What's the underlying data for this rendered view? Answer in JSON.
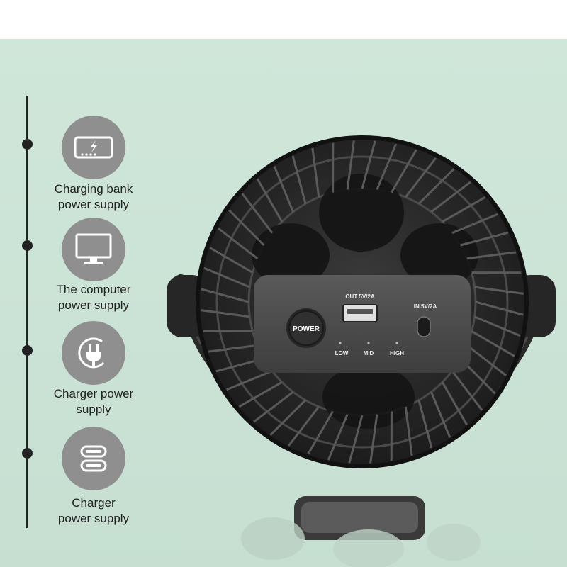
{
  "features": [
    {
      "name": "power-bank-icon",
      "line1": "Charging bank",
      "line2": "power supply"
    },
    {
      "name": "computer-monitor-icon",
      "line1": "The computer",
      "line2": "power supply"
    },
    {
      "name": "plug-icon",
      "line1": "Charger power",
      "line2": "supply"
    },
    {
      "name": "usb-ports-icon",
      "line1": "Charger",
      "line2": "power supply"
    }
  ],
  "fan": {
    "power_label": "POWER",
    "out_label": "OUT 5V/2A",
    "in_label": "IN 5V/2A",
    "speed_labels": [
      "LOW",
      "MID",
      "HIGH"
    ]
  },
  "colors": {
    "background": "#cfe6d9",
    "icon_circle": "#8f8f8f",
    "fan_body": "#2b2b2b",
    "control_panel": "#4a4a4a"
  }
}
